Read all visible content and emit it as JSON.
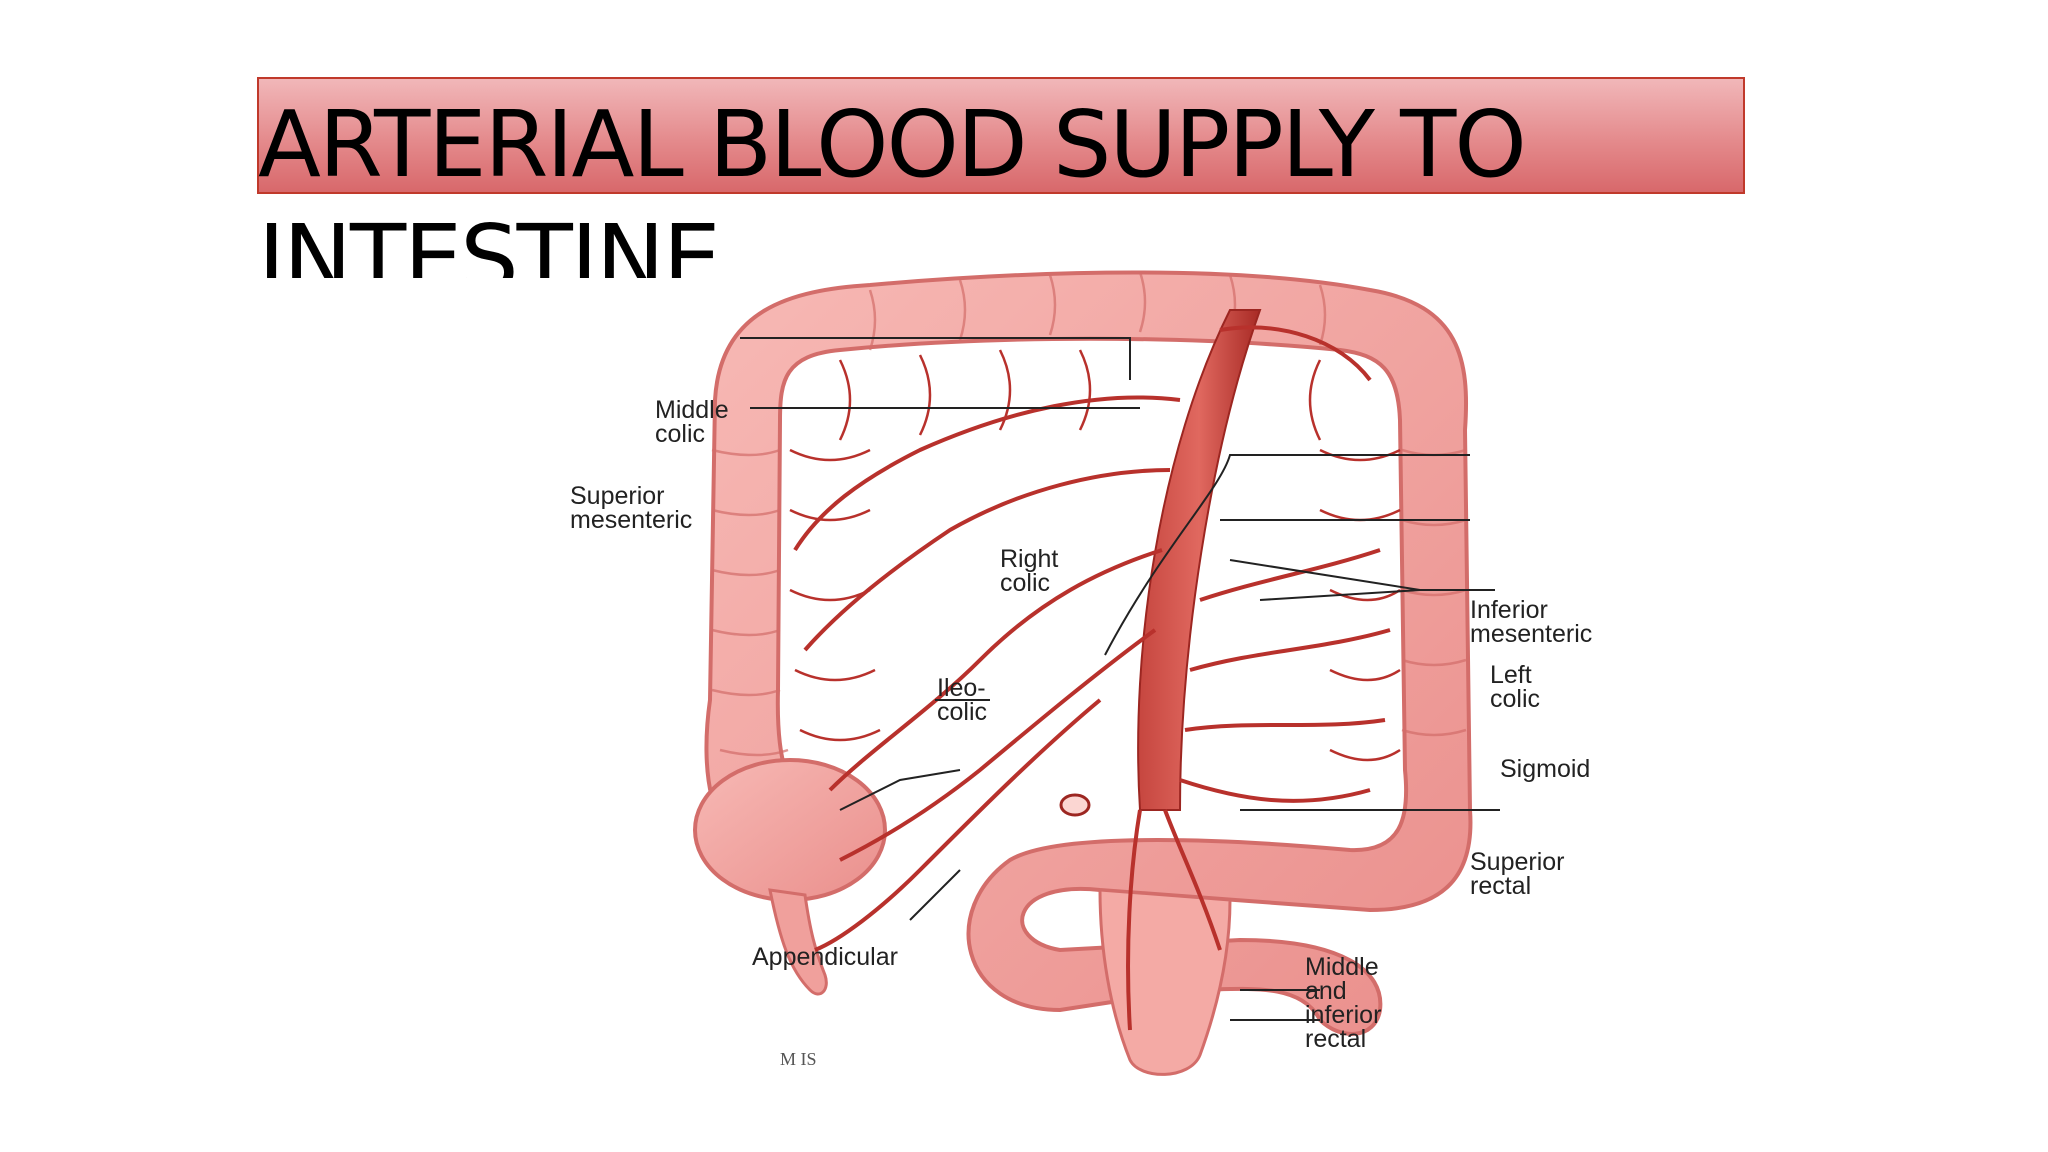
{
  "slide": {
    "title": "ARTERIAL BLOOD SUPPLY TO INTESTINE",
    "accent_color": "#e48a8c",
    "border_color": "#c0392b"
  },
  "diagram": {
    "colors": {
      "colon": "#f2a3a1",
      "colon_edge": "#d36d6a",
      "artery": "#b8312c",
      "lumen": "#fbd6d2"
    },
    "labels": {
      "middle_colic": "Middle\ncolic",
      "superior_mesenteric": "Superior\nmesenteric",
      "right_colic": "Right\ncolic",
      "ileo_colic": "Ileo-\ncolic",
      "appendicular": "Appendicular",
      "inferior_mesenteric": "Inferior\nmesenteric",
      "left_colic": "Left\ncolic",
      "sigmoid": "Sigmoid",
      "superior_rectal": "Superior\nrectal",
      "middle_inferior_rectal": "Middle\nand\ninferior\nrectal",
      "mark": "M\nIS"
    }
  }
}
